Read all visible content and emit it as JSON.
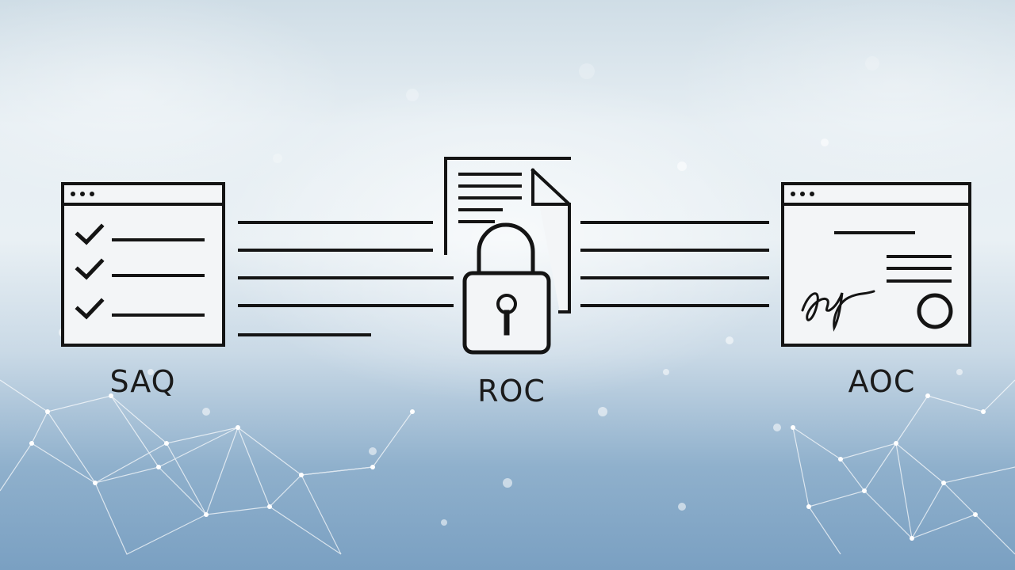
{
  "stages": [
    {
      "id": "saq",
      "label": "SAQ"
    },
    {
      "id": "roc",
      "label": "ROC"
    },
    {
      "id": "aoc",
      "label": "AOC"
    }
  ],
  "colors": {
    "line": "#141414",
    "fill": "#f3f5f7",
    "network": "#ffffff"
  },
  "icons": [
    "checklist-window-icon",
    "locked-document-icon",
    "signed-certificate-window-icon"
  ]
}
